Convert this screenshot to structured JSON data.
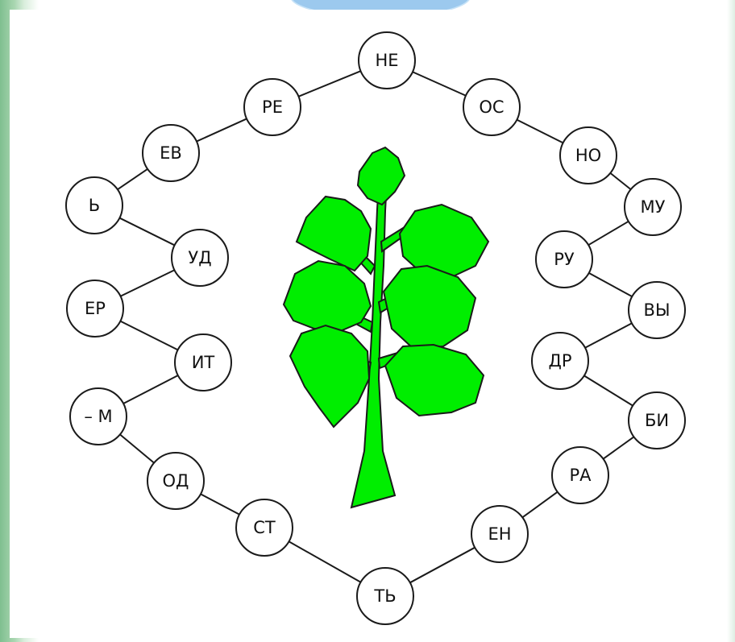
{
  "nodes": [
    "НЕ",
    "ОС",
    "НО",
    "МУ",
    "РУ",
    "ВЫ",
    "ДР",
    "БИ",
    "РА",
    "ЕН",
    "ТЬ",
    "СТ",
    "ОД",
    "– М",
    "ИТ",
    "ЕР",
    "УД",
    "Ь",
    "ЕВ",
    "РЕ"
  ],
  "colors": {
    "tree_fill": "#00ee00",
    "tree_outline": "#1a1a1a",
    "node_outline": "#1a1a1a",
    "link_color": "#1a1a1a"
  },
  "icons": {
    "tree": "tree-icon"
  }
}
